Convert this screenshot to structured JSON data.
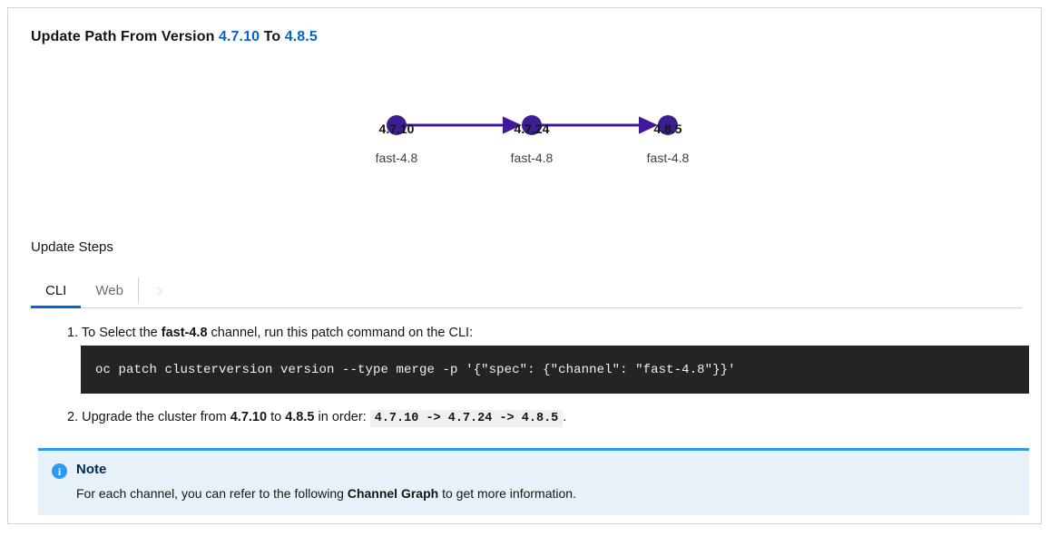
{
  "header": {
    "prefix": "Update Path From Version",
    "from_version": "4.7.10",
    "conjunction": "To",
    "to_version": "4.8.5"
  },
  "graph": {
    "nodes": [
      {
        "version": "4.7.10",
        "channel": "fast-4.8"
      },
      {
        "version": "4.7.24",
        "channel": "fast-4.8"
      },
      {
        "version": "4.8.5",
        "channel": "fast-4.8"
      }
    ],
    "node_color": "#3c1e91",
    "edge_color": "#40199a"
  },
  "steps_section": {
    "title": "Update Steps",
    "tabs": [
      {
        "label": "CLI",
        "active": true
      },
      {
        "label": "Web",
        "active": false
      }
    ],
    "scroll_icon": "chevron-right-icon"
  },
  "step1": {
    "number": "1.",
    "text_before": "To Select the",
    "channel": "fast-4.8",
    "text_after": "channel, run this patch command on the CLI:",
    "command": "oc patch clusterversion version --type merge -p '{\"spec\": {\"channel\": \"fast-4.8\"}}'"
  },
  "step2": {
    "number": "2.",
    "text_before": "Upgrade the cluster from",
    "from_version": "4.7.10",
    "text_middle": "to",
    "to_version": "4.8.5",
    "text_after": "in order:",
    "order_code": "4.7.10 -> 4.7.24 -> 4.8.5",
    "trailing": "."
  },
  "note": {
    "icon": "info-circle-icon",
    "icon_glyph": "i",
    "title": "Note",
    "body_before": "For each channel, you can refer to the following",
    "link_text": "Channel Graph",
    "body_after": "to get more information.",
    "accent_color": "#2b9af3",
    "background_color": "#e7f1fa"
  }
}
